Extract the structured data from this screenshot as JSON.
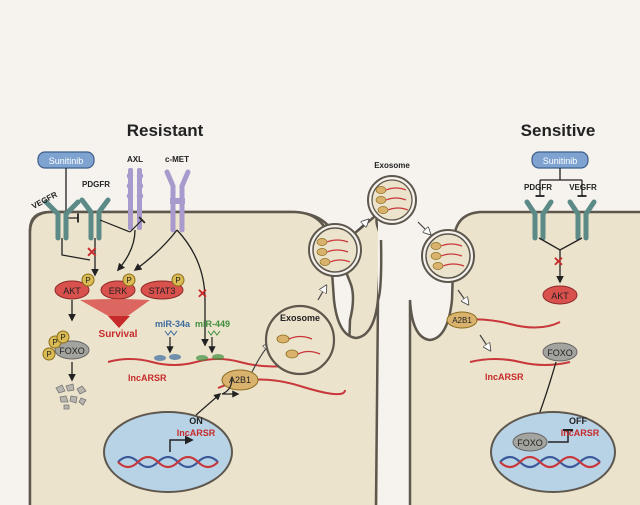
{
  "titles": {
    "resistant": "Resistant",
    "sensitive": "Sensitive"
  },
  "drugs": {
    "left": "Sunitinib",
    "right": "Sunitinib"
  },
  "receptors": {
    "vegfr_left": "VEGFR",
    "pdgfr_left": "PDGFR",
    "axl": "AXL",
    "cmet": "c-MET",
    "pdgfr_right": "PDGFR",
    "vegfr_right": "VEGFR"
  },
  "proteins": {
    "akt_left": "AKT",
    "erk": "ERK",
    "stat3": "STAT3",
    "foxo_left": "FOXO",
    "akt_right": "AKT",
    "foxo_right": "FOXO",
    "foxo_nucleus": "FOXO",
    "a2b1_left": "A2B1",
    "a2b1_right": "A2B1"
  },
  "phospho": "P",
  "texts": {
    "survival": "Survival",
    "mir34a": "miR-34a",
    "mir449": "miR-449",
    "lncarsr_cyto_left": "lncARSR",
    "lncarsr_cyto_right": "lncARSR",
    "on": "ON",
    "lncarsr_nuc_left": "lncARSR",
    "off": "OFF",
    "lncarsr_nuc_right": "lncARSR",
    "exosome_left": "Exosome",
    "exosome_top": "Exosome"
  },
  "colors": {
    "cell": "#ece3cc",
    "membrane": "#5d574d",
    "receptor": "#5c8a86",
    "met": "#a99acd",
    "protein": "#d9514d",
    "phospho": "#dbbb54",
    "foxo": "#a3a39f",
    "nucleus": "#b9d3e6",
    "rna": "#c8373a",
    "drug": "#7fa3d1",
    "accent_red": "#c62a2a"
  }
}
